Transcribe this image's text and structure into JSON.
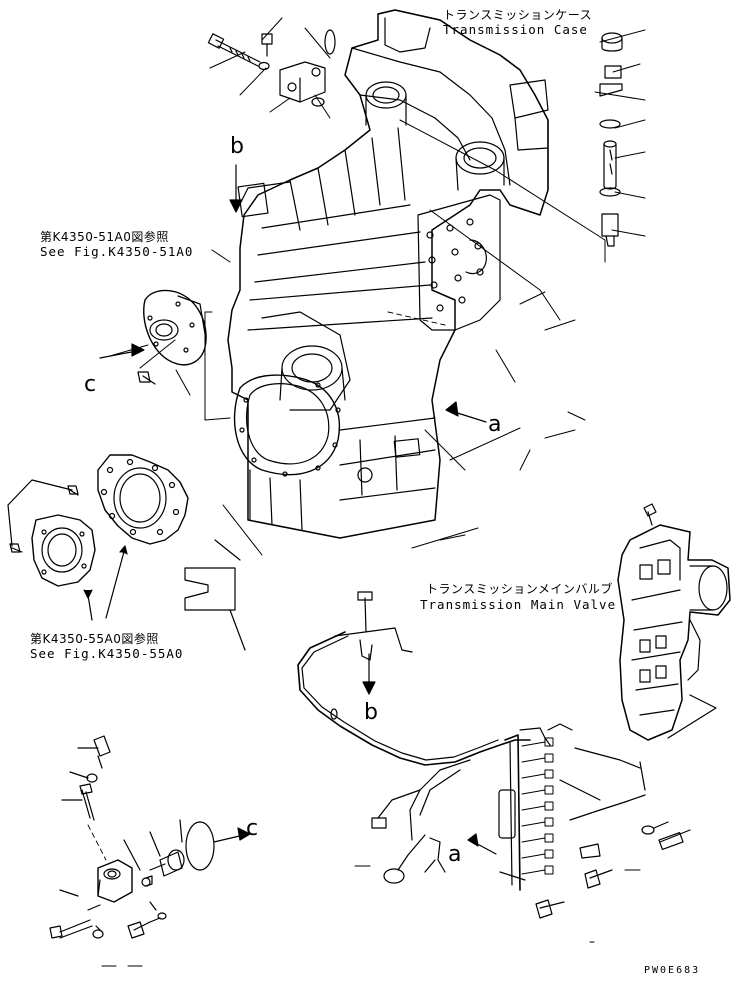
{
  "labels": {
    "case_jp": "トランスミッションケース",
    "case_en": "Transmission Case",
    "valve_jp": "トランスミッションメインバルブ",
    "valve_en": "Transmission Main Valve",
    "fig51_jp": "第K4350-51A0図参照",
    "fig51_en": "See Fig.K4350-51A0",
    "fig55_jp": "第K4350-55A0図参照",
    "fig55_en": "See Fig.K4350-55A0",
    "drawing_code": "PW0E683"
  },
  "reference_letters": {
    "b_top": "b",
    "c_left": "c",
    "a_right": "a",
    "b_lower": "b",
    "c_lower": "c",
    "a_lower": "a"
  },
  "colors": {
    "line": "#000000",
    "background": "#ffffff"
  }
}
